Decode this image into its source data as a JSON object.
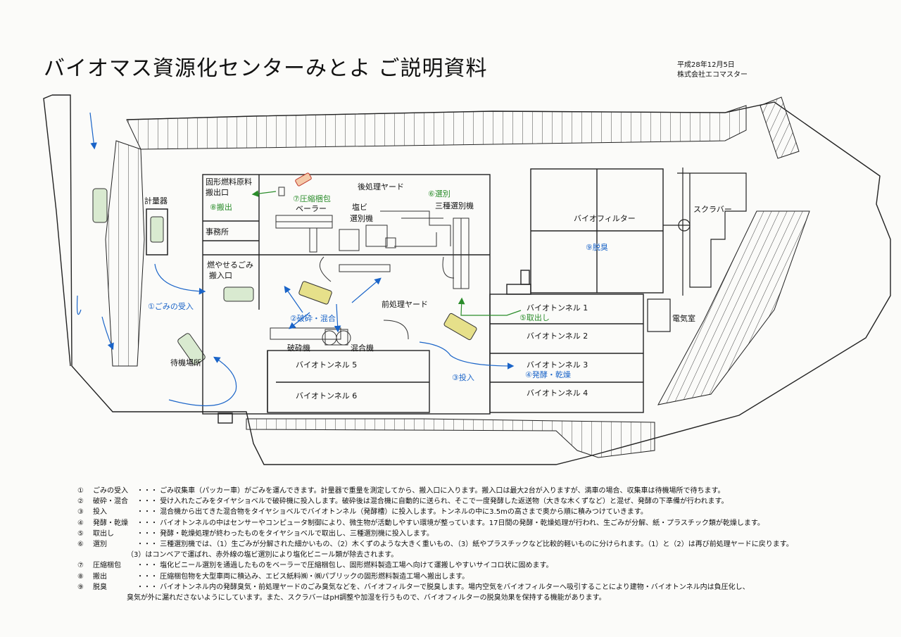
{
  "document": {
    "title": "バイオマス資源化センターみとよ ご説明資料",
    "date": "平成28年12月5日",
    "company": "株式会社エコマスター"
  },
  "plan": {
    "labels": {
      "keiryouki": "計量器",
      "solid_fuel_line1": "固形燃料原料",
      "solid_fuel_line2": "搬出口",
      "office": "事務所",
      "burnable_line1": "燃やせるごみ",
      "burnable_line2": "搬入口",
      "post_yard": "後処理ヤード",
      "baler": "ベーラー",
      "pvc_line1": "塩ビ",
      "pvc_line2": "選別機",
      "three_sorter": "三種選別機",
      "pre_yard": "前処理ヤード",
      "crusher": "破砕機",
      "mixer": "混合機",
      "waiting": "待機場所",
      "biofilter": "バイオフィルター",
      "scrubber": "スクラバー",
      "electric_room": "電気室",
      "tunnel1": "バイオトンネル 1",
      "tunnel2": "バイオトンネル 2",
      "tunnel3": "バイオトンネル 3",
      "tunnel4": "バイオトンネル 4",
      "tunnel5": "バイオトンネル 5",
      "tunnel6": "バイオトンネル 6"
    },
    "steps": {
      "s1": "①ごみの受入",
      "s2": "②破砕・混合",
      "s3": "③投入",
      "s4": "④発酵・乾燥",
      "s5": "⑤取出し",
      "s6": "⑥選別",
      "s7": "⑦圧縮梱包",
      "s8": "⑧搬出",
      "s9": "⑨脱臭"
    },
    "colors": {
      "blue": "#1a64c8",
      "green": "#2a8c2a",
      "red": "#d23a2a",
      "line": "#222222"
    }
  },
  "legend": {
    "items": [
      {
        "num": "①",
        "term": "ごみの受入",
        "text": "・・・ ごみ収集車（パッカー車）がごみを運んできます。計量器で重量を測定してから、搬入口に入ります。搬入口は最大2台が入りますが、満車の場合、収集車は待機場所で待ちます。"
      },
      {
        "num": "②",
        "term": "破砕・混合",
        "text": "・・・ 受け入れたごみをタイヤショベルで破砕機に投入します。破砕後は混合機に自動的に送られ、そこで一度発酵した返送物（大きな木くずなど）と混ぜ、発酵の下準備が行われます。"
      },
      {
        "num": "③",
        "term": "投入",
        "text": "・・・ 混合機から出てきた混合物をタイヤショベルでバイオトンネル（発酵槽）に投入します。トンネルの中に3.5mの高さまで奥から順に積みつけていきます。"
      },
      {
        "num": "④",
        "term": "発酵・乾燥",
        "text": "・・・ バイオトンネルの中はセンサーやコンピュータ制御により、微生物が活動しやすい環境が整っています。17日間の発酵・乾燥処理が行われ、生ごみが分解、紙・プラスチック類が乾燥します。"
      },
      {
        "num": "⑤",
        "term": "取出し",
        "text": "・・・ 発酵・乾燥処理が終わったものをタイヤショベルで取出し、三種選別機に投入します。"
      },
      {
        "num": "⑥",
        "term": "選別",
        "text": "・・・ 三種選別機では、（1）生ごみが分解された細かいもの、（2）木くずのような大きく重いもの、（3）紙やプラスチックなど比較的軽いものに分けられます。（1）と（2）は再び前処理ヤードに戻ります。"
      },
      {
        "num": "⑦",
        "term": "圧縮梱包",
        "text": "・・・ 塩化ビニール選別を通過したものをベーラーで圧縮梱包し、固形燃料製造工場へ向けて運搬しやすいサイコロ状に固めます。"
      },
      {
        "num": "⑧",
        "term": "搬出",
        "text": "・・・ 圧縮梱包物を大型車両に積込み、エビス紙料㈱・㈱パブリックの固形燃料製造工場へ搬出します。"
      },
      {
        "num": "⑨",
        "term": "脱臭",
        "text": "・・・ バイオトンネル内の発酵臭気・前処理ヤードのごみ臭気などを、バイオフィルターで脱臭します。場内空気をバイオフィルターへ吸引することにより建物・バイオトンネル内は負圧化し、"
      }
    ],
    "cont6": "（3）はコンベアで運ばれ、赤外線の塩ビ選別により塩化ビニール類が除去されます。",
    "cont9": "臭気が外に漏れださないようにしています。また、スクラバーはpH調整や加湿を行うもので、バイオフィルターの脱臭効果を保持する機能があります。"
  }
}
